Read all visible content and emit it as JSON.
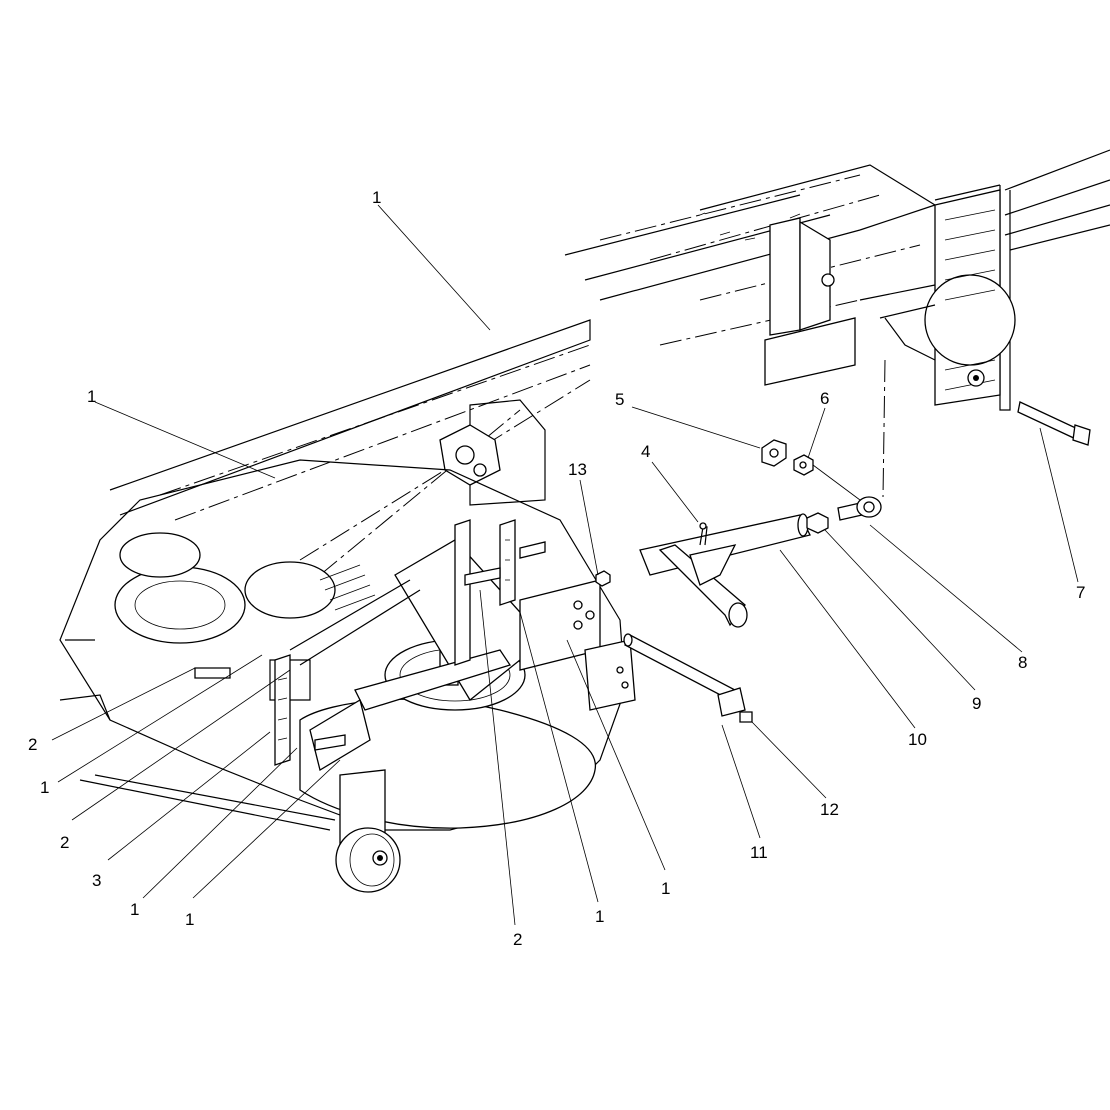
{
  "callouts": [
    {
      "id": "c1a",
      "text": "1"
    },
    {
      "id": "c1b",
      "text": "1"
    },
    {
      "id": "c2a",
      "text": "2"
    },
    {
      "id": "c1c",
      "text": "1"
    },
    {
      "id": "c2b",
      "text": "2"
    },
    {
      "id": "c3",
      "text": "3"
    },
    {
      "id": "c1d",
      "text": "1"
    },
    {
      "id": "c1e",
      "text": "1"
    },
    {
      "id": "c2c",
      "text": "2"
    },
    {
      "id": "c1f",
      "text": "1"
    },
    {
      "id": "c1g",
      "text": "1"
    },
    {
      "id": "c13",
      "text": "13"
    },
    {
      "id": "c4",
      "text": "4"
    },
    {
      "id": "c5",
      "text": "5"
    },
    {
      "id": "c6",
      "text": "6"
    },
    {
      "id": "c7",
      "text": "7"
    },
    {
      "id": "c8",
      "text": "8"
    },
    {
      "id": "c9",
      "text": "9"
    },
    {
      "id": "c10",
      "text": "10"
    },
    {
      "id": "c11",
      "text": "11"
    },
    {
      "id": "c12",
      "text": "12"
    }
  ]
}
